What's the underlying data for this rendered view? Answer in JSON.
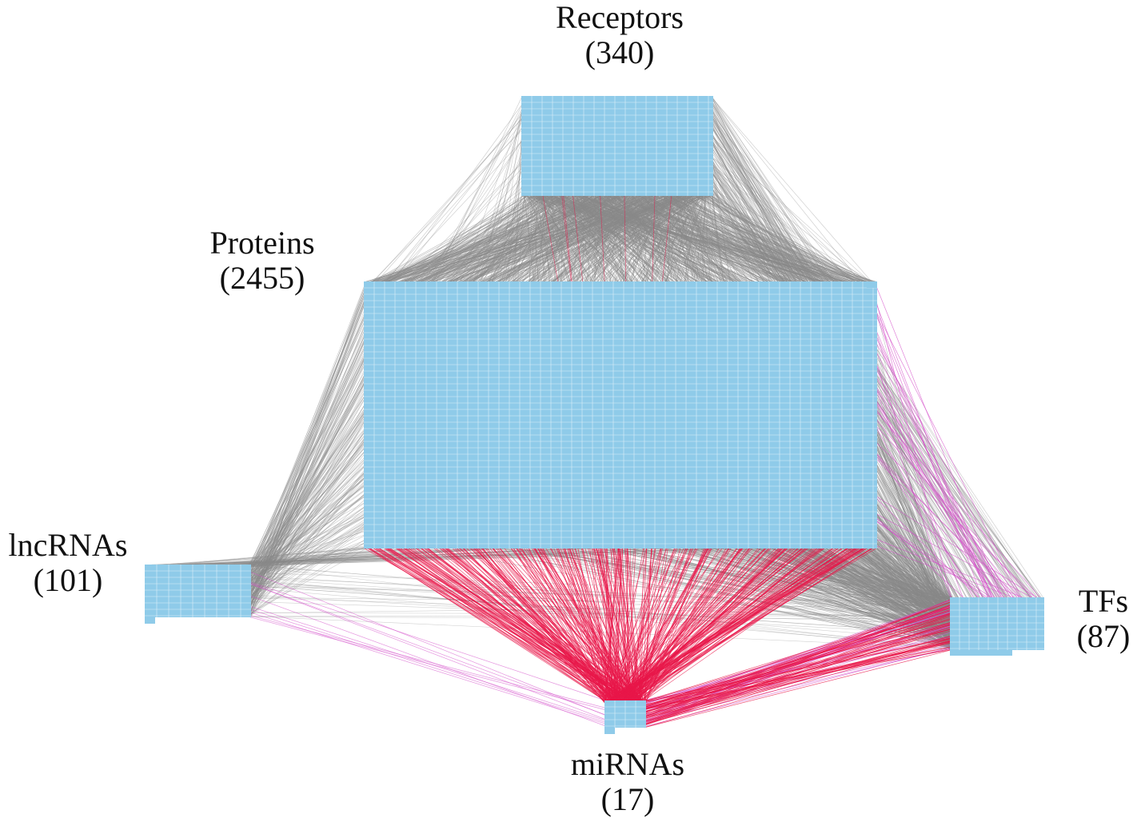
{
  "colors": {
    "node_fill": "#8fcbe9",
    "node_border": "#5aa8d8",
    "edge_gray": "#8a8a8a",
    "edge_red": "#e8174a",
    "edge_magenta": "#d44fc9",
    "text": "#111111"
  },
  "groups": {
    "receptors": {
      "name": "Receptors",
      "count": "(340)"
    },
    "proteins": {
      "name": "Proteins",
      "count": "(2455)"
    },
    "lncrnas": {
      "name": "lncRNAs",
      "count": "(101)"
    },
    "tfs": {
      "name": "TFs",
      "count": "(87)"
    },
    "mirnas": {
      "name": "miRNAs",
      "count": "(17)"
    }
  }
}
